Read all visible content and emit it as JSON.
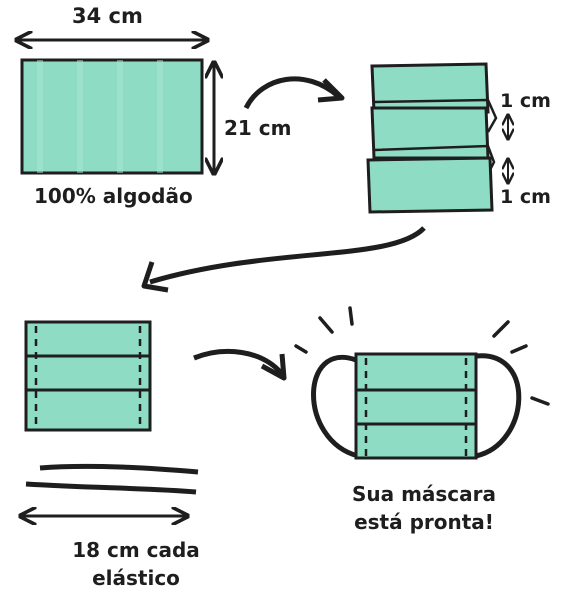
{
  "labels": {
    "fabric_width": "34 cm",
    "fabric_height": "21 cm",
    "fabric_material": "100% algodão",
    "fold_gap_top": "1 cm",
    "fold_gap_bottom": "1 cm",
    "elastic_length_line1": "18 cm cada",
    "elastic_length_line2": "elástico",
    "finished_line1": "Sua máscara",
    "finished_line2": "está pronta!"
  },
  "colors": {
    "fabric": "#8fdcc4",
    "fabric_dark": "#7ed0b7",
    "ink": "#1e1e1e"
  }
}
